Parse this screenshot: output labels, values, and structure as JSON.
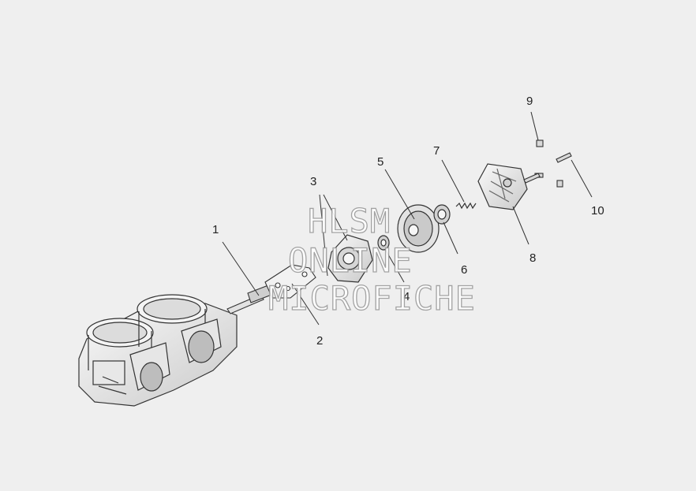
{
  "diagram": {
    "background": "#efefef",
    "line_color": "#333333",
    "callouts": [
      {
        "id": "1",
        "label": "1"
      },
      {
        "id": "2",
        "label": "2"
      },
      {
        "id": "3",
        "label": "3"
      },
      {
        "id": "4",
        "label": "4"
      },
      {
        "id": "5",
        "label": "5"
      },
      {
        "id": "6",
        "label": "6"
      },
      {
        "id": "7",
        "label": "7"
      },
      {
        "id": "8",
        "label": "8"
      },
      {
        "id": "9",
        "label": "9"
      },
      {
        "id": "10",
        "label": "10"
      }
    ]
  },
  "watermark": {
    "line1": "HLSM",
    "line2": "ONLINE",
    "line3": "MICROFICHE"
  }
}
